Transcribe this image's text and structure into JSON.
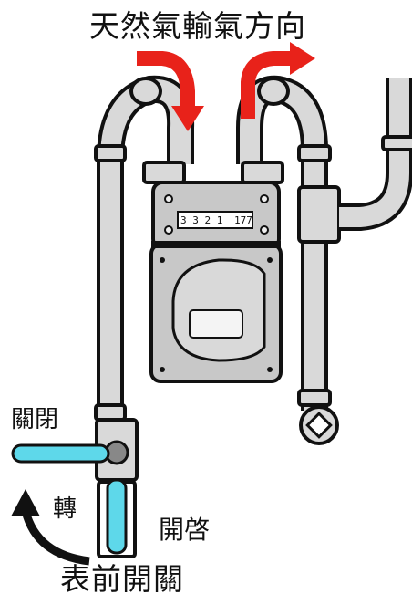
{
  "title": "天然氣輸氣方向",
  "labels": {
    "closed": "關閉",
    "turn": "轉",
    "open": "開啓",
    "valve": "表前開關"
  },
  "meter": {
    "counter_left": "3 3 2 1",
    "counter_right": "177"
  },
  "colors": {
    "arrow": "#e8221a",
    "handle": "#5ed8ea",
    "pipe": "#d9d9d9",
    "meter": "#c8c8c8",
    "outline": "#111111"
  }
}
